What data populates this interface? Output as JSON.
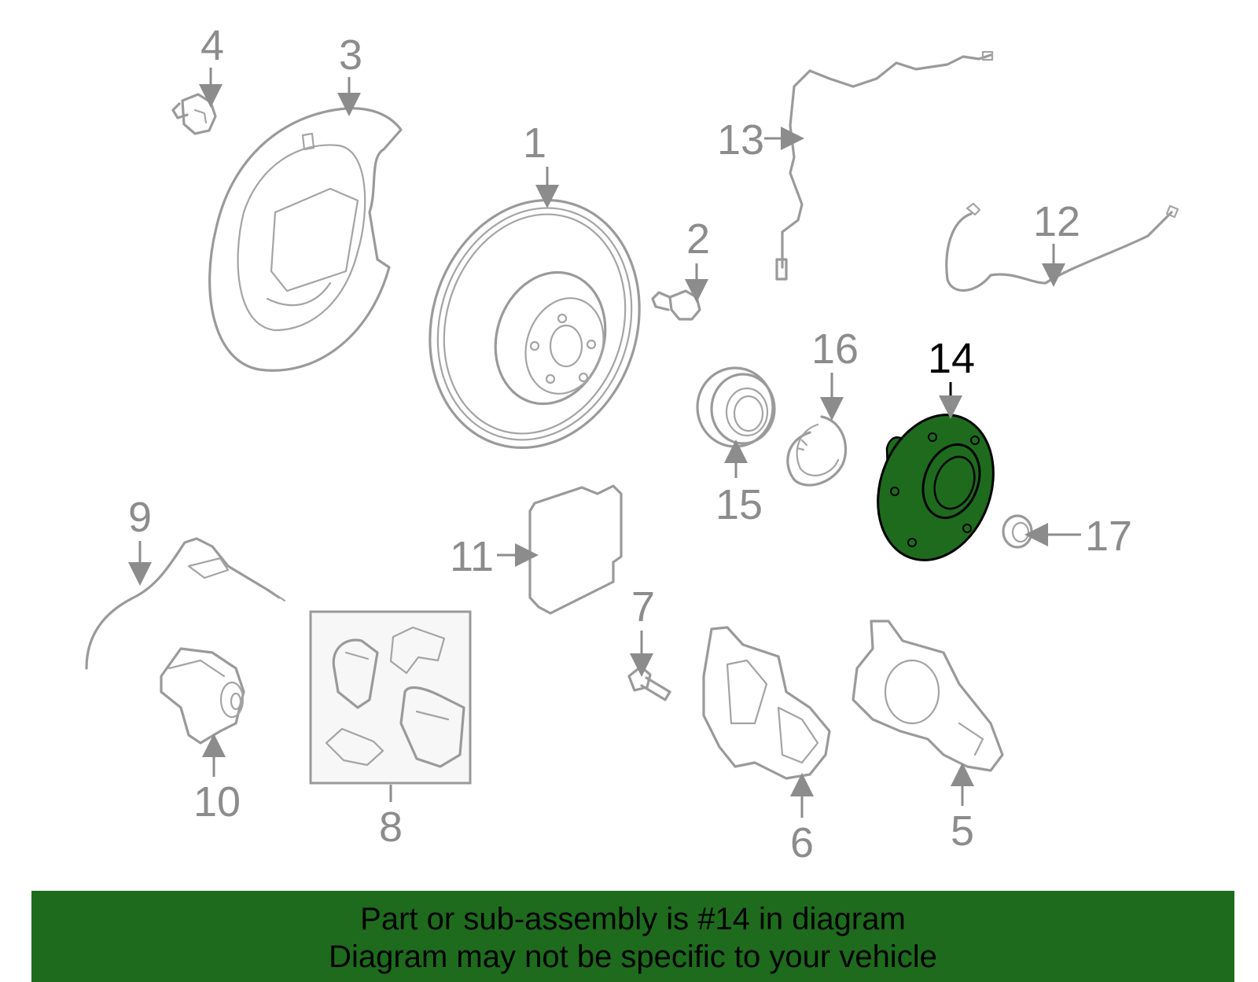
{
  "diagram": {
    "callouts": [
      {
        "id": "1",
        "label": "1"
      },
      {
        "id": "2",
        "label": "2"
      },
      {
        "id": "3",
        "label": "3"
      },
      {
        "id": "4",
        "label": "4"
      },
      {
        "id": "5",
        "label": "5"
      },
      {
        "id": "6",
        "label": "6"
      },
      {
        "id": "7",
        "label": "7"
      },
      {
        "id": "8",
        "label": "8"
      },
      {
        "id": "9",
        "label": "9"
      },
      {
        "id": "10",
        "label": "10"
      },
      {
        "id": "11",
        "label": "11"
      },
      {
        "id": "12",
        "label": "12"
      },
      {
        "id": "13",
        "label": "13"
      },
      {
        "id": "14",
        "label": "14",
        "highlighted": true
      },
      {
        "id": "15",
        "label": "15"
      },
      {
        "id": "16",
        "label": "16"
      },
      {
        "id": "17",
        "label": "17"
      }
    ],
    "highlight_color": "#1e6b1e",
    "line_color": "#9a9a9a"
  },
  "banner": {
    "line1": "Part or sub-assembly is #14 in diagram",
    "line2": "Diagram may not be specific to your vehicle",
    "background": "#1e6b1e"
  }
}
